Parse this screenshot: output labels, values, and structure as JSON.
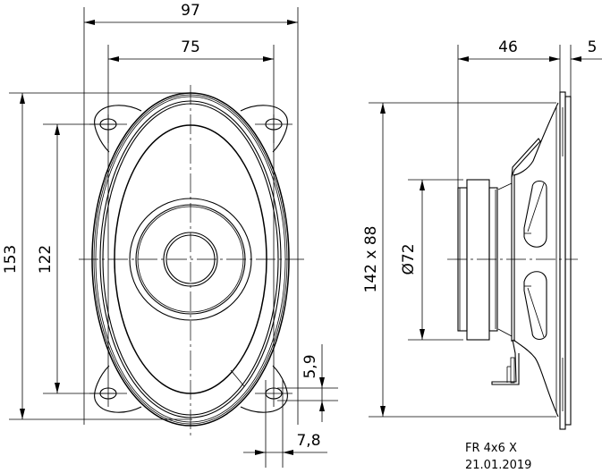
{
  "drawing": {
    "front_view": {
      "dim_overall_width": "97",
      "dim_hole_spacing_x": "75",
      "dim_overall_height": "153",
      "dim_hole_spacing_y": "122",
      "dim_slot_height": "5,9",
      "dim_slot_width": "7,8"
    },
    "side_view": {
      "dim_depth": "46",
      "dim_flange": "5",
      "dim_cutout": "142 x 88",
      "dim_magnet": "Ø72"
    },
    "title_block": {
      "model": "FR 4x6 X",
      "date": "21.01.2019"
    },
    "colors": {
      "line": "#000000",
      "background": "#ffffff"
    }
  }
}
